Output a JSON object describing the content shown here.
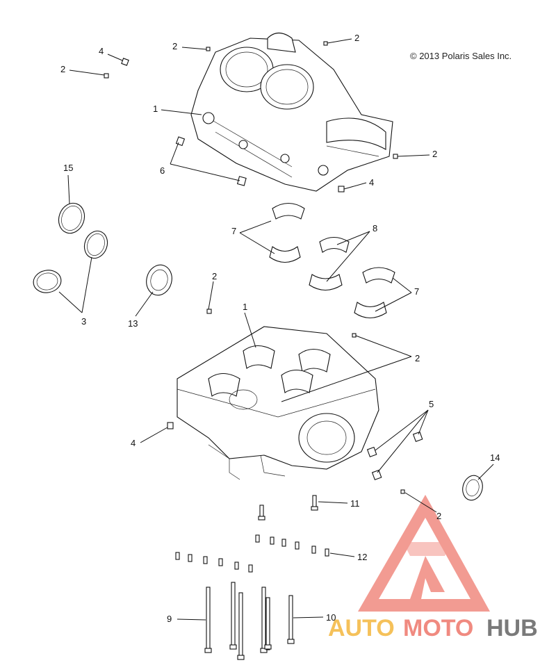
{
  "copyright": "© 2013 Polaris Sales Inc.",
  "watermark": {
    "parts": [
      "AUTO",
      "MOTO",
      "HUB"
    ],
    "colors": {
      "auto": "#f5c15a",
      "moto": "#f08a80",
      "hub": "#7a7a7a",
      "triangle": "#f08a80"
    }
  },
  "callouts": [
    {
      "id": "c-4a",
      "text": "4"
    },
    {
      "id": "c-2a",
      "text": "2"
    },
    {
      "id": "c-2b",
      "text": "2"
    },
    {
      "id": "c-2c",
      "text": "2"
    },
    {
      "id": "c-1a",
      "text": "1"
    },
    {
      "id": "c-6",
      "text": "6"
    },
    {
      "id": "c-2d",
      "text": "2"
    },
    {
      "id": "c-4b",
      "text": "4"
    },
    {
      "id": "c-15",
      "text": "15"
    },
    {
      "id": "c-7a",
      "text": "7"
    },
    {
      "id": "c-8",
      "text": "8"
    },
    {
      "id": "c-7b",
      "text": "7"
    },
    {
      "id": "c-3",
      "text": "3"
    },
    {
      "id": "c-13",
      "text": "13"
    },
    {
      "id": "c-2e",
      "text": "2"
    },
    {
      "id": "c-1b",
      "text": "1"
    },
    {
      "id": "c-2f",
      "text": "2"
    },
    {
      "id": "c-5",
      "text": "5"
    },
    {
      "id": "c-4c",
      "text": "4"
    },
    {
      "id": "c-14",
      "text": "14"
    },
    {
      "id": "c-11",
      "text": "11"
    },
    {
      "id": "c-2g",
      "text": "2"
    },
    {
      "id": "c-12",
      "text": "12"
    },
    {
      "id": "c-9",
      "text": "9"
    },
    {
      "id": "c-10",
      "text": "10"
    }
  ]
}
